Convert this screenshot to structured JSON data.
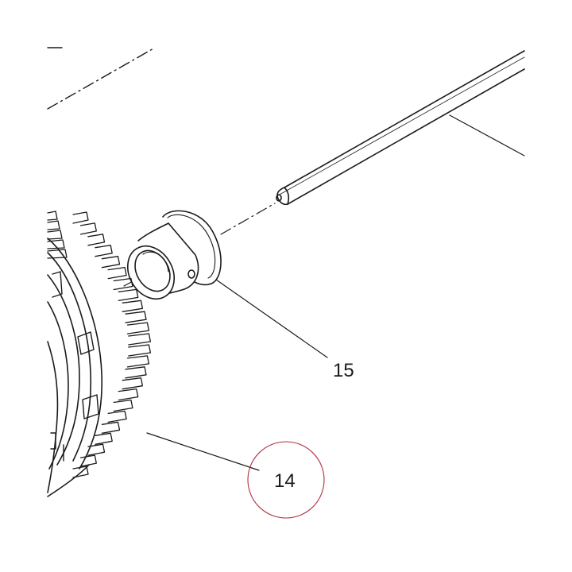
{
  "labels": {
    "part_14": "14",
    "part_15": "15"
  },
  "highlight": {
    "target": "14",
    "color": "#b03040"
  },
  "colors": {
    "ink": "#1a1a1a",
    "background": "#ffffff"
  }
}
